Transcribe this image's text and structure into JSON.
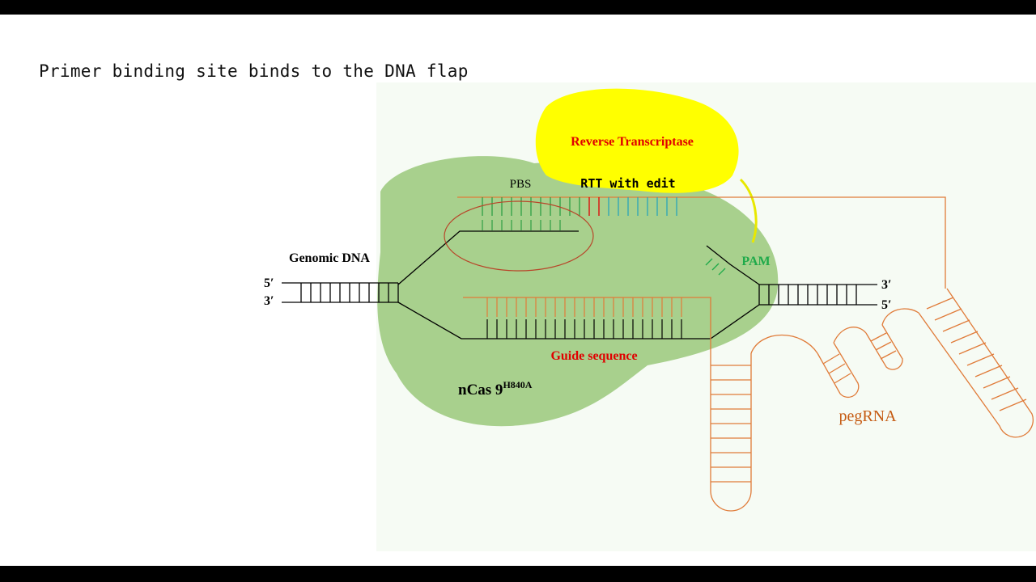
{
  "slide": {
    "title": "Primer binding site binds to the DNA flap"
  },
  "labels": {
    "reverse_transcriptase": "Reverse Transcriptase",
    "pbs": "PBS",
    "rtt_with_edit": "RTT with edit",
    "genomic_dna": "Genomic DNA",
    "pam": "PAM",
    "guide_sequence": "Guide sequence",
    "ncas9": "nCas 9",
    "ncas9_superscript": "H840A",
    "pegrna": "pegRNA",
    "left_top_end": "5′",
    "left_bottom_end": "3′",
    "right_top_end": "3′",
    "right_bottom_end": "5′"
  },
  "colors": {
    "cas9_body": "#a8d08d",
    "reverse_transcriptase": "#ffff00",
    "rna_strand": "#e07b39",
    "dna_strand": "#000000",
    "label_red": "#e00000",
    "pam_green": "#1faa4a",
    "pbs_green": "#2e9e44",
    "rtt_teal": "#2aa6b8",
    "pegrna_label": "#c55a11"
  }
}
